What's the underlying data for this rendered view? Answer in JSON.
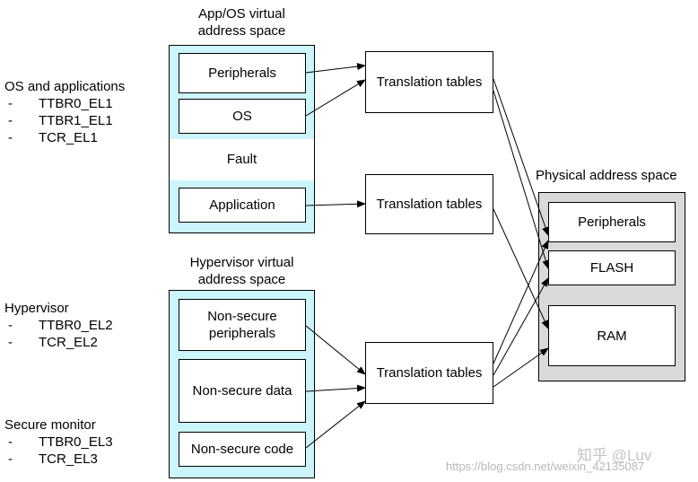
{
  "app_space": {
    "title_line1": "App/OS virtual",
    "title_line2": "address space",
    "peripherals": "Peripherals",
    "os": "OS",
    "fault": "Fault",
    "application": "Application"
  },
  "hyp_space": {
    "title_line1": "Hypervisor virtual",
    "title_line2": "address space",
    "ns_peripherals_line1": "Non-secure",
    "ns_peripherals_line2": "peripherals",
    "ns_data": "Non-secure data",
    "ns_code": "Non-secure code"
  },
  "translation_tables": {
    "t1": "Translation tables",
    "t2": "Translation tables",
    "t3": "Translation tables"
  },
  "phys_space": {
    "title": "Physical address space",
    "peripherals": "Peripherals",
    "flash": "FLASH",
    "ram": "RAM"
  },
  "left_labels": {
    "os_apps": {
      "title": "OS and applications",
      "dash": "-",
      "items": [
        "TTBR0_EL1",
        "TTBR1_EL1",
        "TCR_EL1"
      ]
    },
    "hypervisor": {
      "title": "Hypervisor",
      "dash": "-",
      "items": [
        "TTBR0_EL2",
        "TCR_EL2"
      ]
    },
    "secure_monitor": {
      "title": "Secure monitor",
      "dash": "-",
      "items": [
        "TTBR0_EL3",
        "TCR_EL3"
      ]
    }
  },
  "watermark": {
    "brand": "知乎 @Luv",
    "url": "https://blog.csdn.net/weixin_42135087"
  }
}
